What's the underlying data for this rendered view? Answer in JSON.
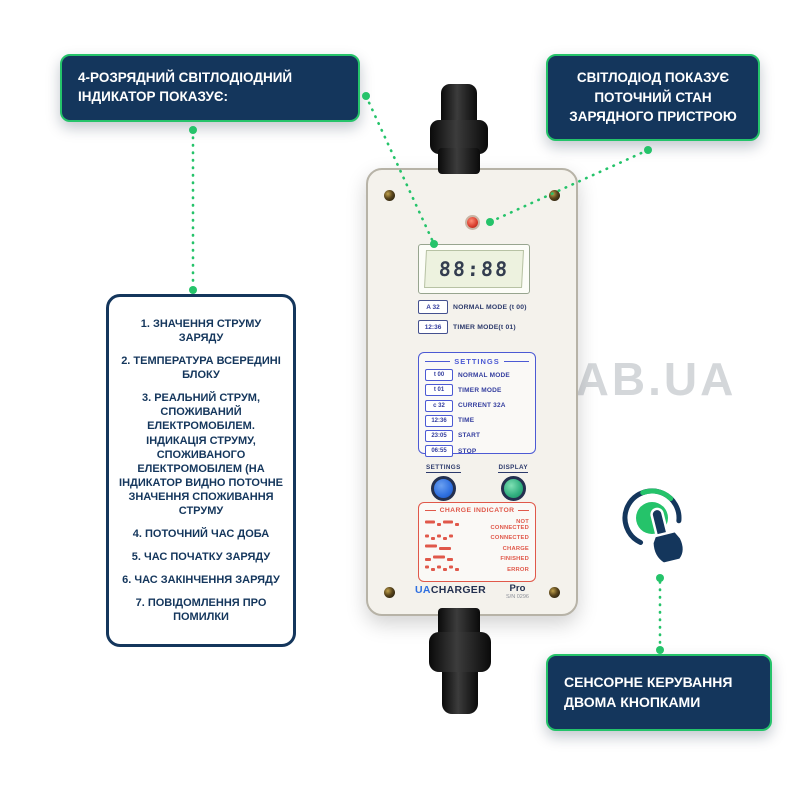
{
  "watermark": "TAB.UA",
  "callouts": {
    "top_left": "4-РОЗРЯДНИЙ СВІТЛОДІОДНИЙ ІНДИКАТОР ПОКАЗУЄ:",
    "top_right": "СВІТЛОДІОД ПОКАЗУЄ ПОТОЧНИЙ СТАН ЗАРЯДНОГО ПРИСТРОЮ",
    "bottom_right": "СЕНСОРНЕ КЕРУВАННЯ ДВОМА КНОПКАМИ"
  },
  "feature_list": {
    "items": [
      "1. ЗНАЧЕННЯ СТРУМУ ЗАРЯДУ",
      "2. ТЕМПЕРАТУРА ВСЕРЕДИНІ БЛОКУ",
      "3. РЕАЛЬНИЙ СТРУМ, СПОЖИВАНИЙ ЕЛЕКТРОМОБІЛЕМ. ІНДИКАЦІЯ СТРУМУ, СПОЖИВАНОГО ЕЛЕКТРОМОБІЛЕМ (НА ІНДИКАТОР ВИДНО ПОТОЧНЕ ЗНАЧЕННЯ СПОЖИВАННЯ СТРУМУ",
      "4. ПОТОЧНИЙ ЧАС ДОБА",
      "5. ЧАС ПОЧАТКУ ЗАРЯДУ",
      "6. ЧАС ЗАКІНЧЕННЯ ЗАРЯДУ",
      "7. ПОВІДОМЛЕННЯ ПРО ПОМИЛКИ"
    ]
  },
  "device": {
    "display_value": "88:88",
    "mode_rows": [
      {
        "value": "A 32",
        "label": "NORMAL MODE (t 00)"
      },
      {
        "value": "12:36",
        "label": "TIMER MODE(t 01)"
      }
    ],
    "settings": {
      "title": "SETTINGS",
      "rows": [
        {
          "value": "t 00",
          "label": "NORMAL MODE"
        },
        {
          "value": "t 01",
          "label": "TIMER MODE"
        },
        {
          "value": "c 32",
          "label": "CURRENT 32A"
        },
        {
          "value": "12:36",
          "label": "TIME"
        },
        {
          "value": "23:05",
          "label": "START"
        },
        {
          "value": "06:55",
          "label": "STOP"
        }
      ]
    },
    "buttons": {
      "settings_label": "SETTINGS",
      "display_label": "DISPLAY"
    },
    "charge_indicator": {
      "title": "CHARGE INDICATOR",
      "states": [
        "NOT CONNECTED",
        "CONNECTED",
        "CHARGE",
        "FINISHED",
        "ERROR"
      ]
    },
    "brand": {
      "prefix": "UA",
      "name": "CHARGER",
      "model": "Pro",
      "serial": "S/N 0296"
    }
  },
  "icons": {
    "touch_gesture": "tap-hand",
    "status_led": "red-dot"
  },
  "colors": {
    "navy": "#14365c",
    "accent_green": "#25c36a",
    "settings_blue": "#4c5ad4",
    "indicator_red": "#e0584a",
    "brand_blue": "#2e6fe0"
  }
}
